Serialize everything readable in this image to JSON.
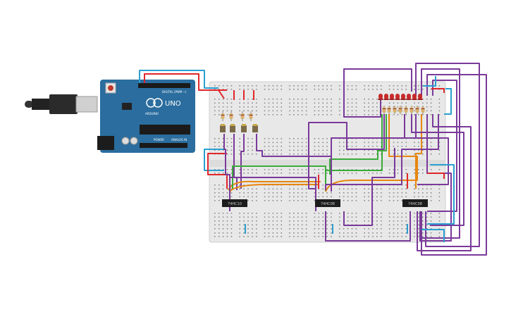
{
  "arduino": {
    "model": "UNO",
    "brand": "ARDUINO",
    "header_digital": "DIGITAL (PWM ~)",
    "header_power": "POWER",
    "header_analog": "ANALOG IN"
  },
  "chips": [
    {
      "label": "74HC10"
    },
    {
      "label": "74HC08"
    },
    {
      "label": "74HC08"
    }
  ],
  "counts": {
    "leds": 8,
    "buttons": 4,
    "resistors": 12
  },
  "colors": {
    "board_blue": "#2a6d9e",
    "breadboard": "#e8e8e8",
    "wire_red": "#e0262b",
    "wire_purple": "#7a3a9a",
    "wire_cyan": "#2a9fd0",
    "wire_orange": "#e8860e",
    "wire_green": "#3aab3a",
    "led_red": "#c82b2b"
  },
  "icons": [
    "usb-cable-icon",
    "arduino-board-icon",
    "breadboard-icon",
    "led-icon",
    "resistor-icon",
    "pushbutton-icon",
    "ic-chip-icon"
  ]
}
